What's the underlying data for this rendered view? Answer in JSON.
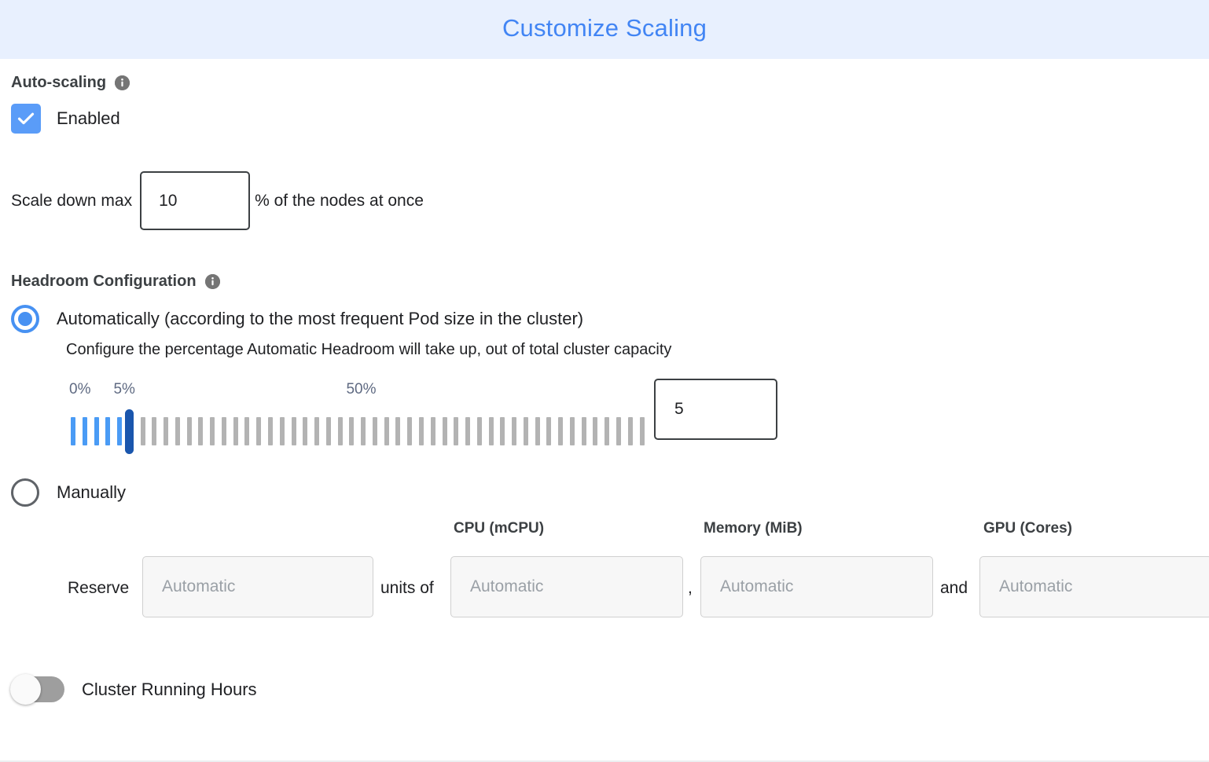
{
  "header": {
    "title": "Customize Scaling",
    "title_color": "#4285f4",
    "background_color": "#e8f0fe"
  },
  "autoscaling": {
    "section_label": "Auto-scaling",
    "info_icon": "info-icon",
    "enabled_label": "Enabled",
    "enabled_checked": true,
    "checkbox_color": "#5a9cf8",
    "scale_down": {
      "prefix_label": "Scale down max",
      "value": "10",
      "suffix_label": "% of the nodes at once"
    }
  },
  "headroom": {
    "section_label": "Headroom Configuration",
    "info_icon": "info-icon",
    "options": [
      {
        "id": "automatic",
        "label": "Automatically (according to the most frequent Pod size in the cluster)",
        "selected": true,
        "help_text": "Configure the percentage Automatic Headroom will take up, out of total cluster capacity"
      },
      {
        "id": "manual",
        "label": "Manually",
        "selected": false
      }
    ],
    "slider": {
      "min_label": "0%",
      "current_label": "5%",
      "max_label": "50%",
      "min": 0,
      "max": 50,
      "value": 5,
      "tick_count": 50,
      "filled_tick_color": "#4a9bf5",
      "empty_tick_color": "#b3b3b3",
      "thumb_color": "#1a56ad",
      "value_input": "5"
    },
    "reserve": {
      "prefix_label": "Reserve",
      "units_label": "units of",
      "comma_label": ",",
      "and_label": "and",
      "fields": [
        {
          "name": "units",
          "label": "",
          "value": "",
          "placeholder": "Automatic"
        },
        {
          "name": "cpu",
          "label": "CPU (mCPU)",
          "value": "",
          "placeholder": "Automatic"
        },
        {
          "name": "memory",
          "label": "Memory (MiB)",
          "value": "",
          "placeholder": "Automatic"
        },
        {
          "name": "gpu",
          "label": "GPU (Cores)",
          "value": "",
          "placeholder": "Automatic"
        }
      ]
    }
  },
  "cluster_running_hours": {
    "label": "Cluster Running Hours",
    "enabled": false,
    "track_color": "#9e9e9e"
  }
}
